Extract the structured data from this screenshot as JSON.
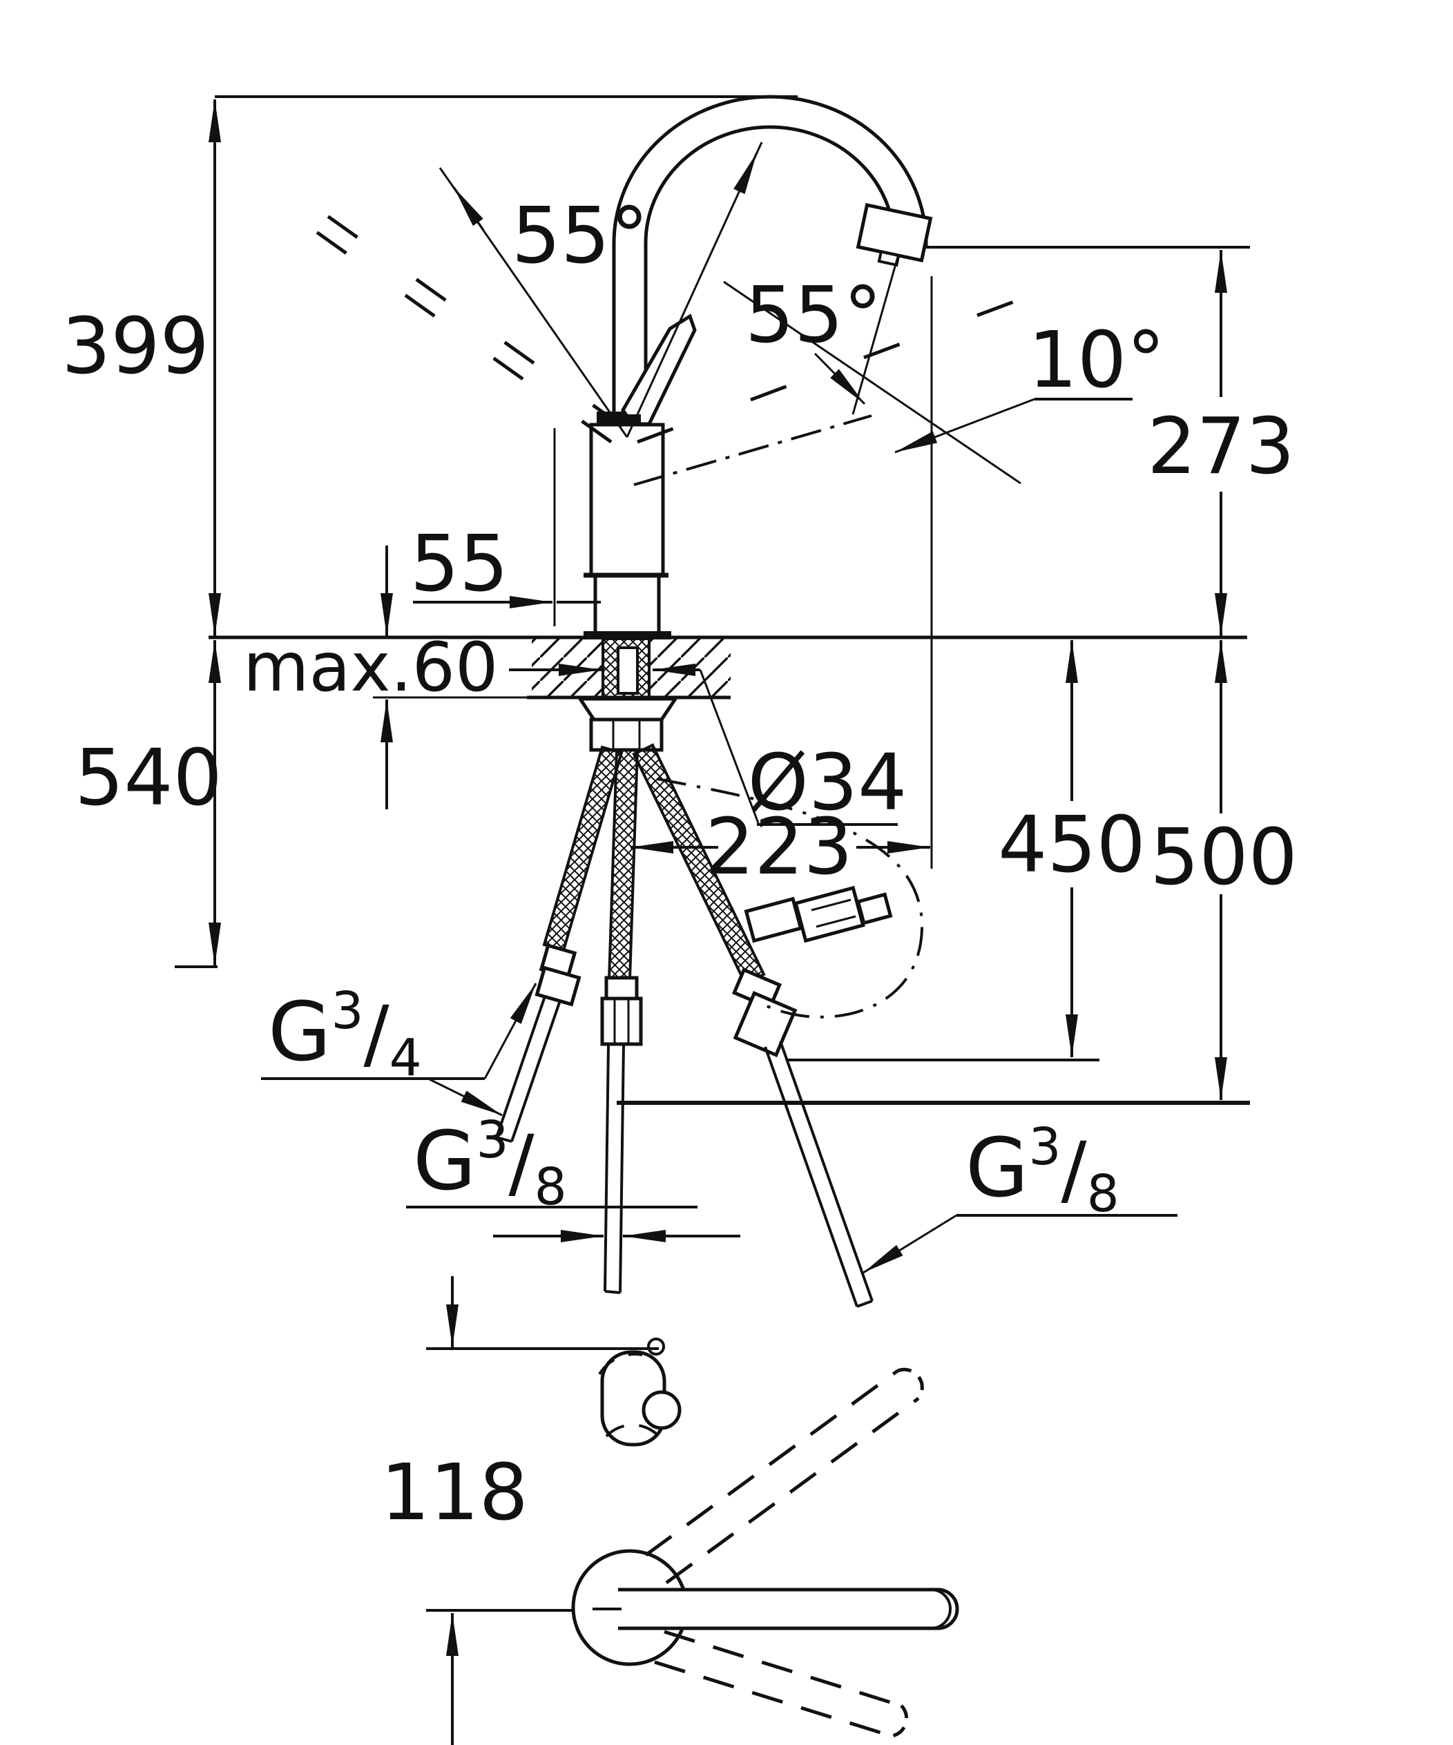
{
  "drawing": {
    "type": "technical-dimension-drawing",
    "subject": "single-lever kitchen sink mixer faucet - installation dimension drawing, side view with supply hoses and top view",
    "units": "mm",
    "colors": {
      "ink": "#111111",
      "background": "#ffffff"
    },
    "labels": {
      "height_to_counter": "399",
      "spout_outlet_height": "273",
      "spout_reach": "223",
      "swivel_angle_left": "55°",
      "swivel_angle_right": "55°",
      "outlet_angle": "10°",
      "body_offset": "55",
      "max_counter_thickness": "max.60",
      "hole_diameter": "Ø34",
      "hose_length_left": "540",
      "hose_length_mid": "450",
      "hose_length_right": "500",
      "top_view_offset": "118",
      "thread_supply": {
        "prefix": "G",
        "sup": "3",
        "slash": "/",
        "sub": "4"
      },
      "thread_cold": {
        "prefix": "G",
        "sup": "3",
        "slash": "/",
        "sub": "8"
      },
      "thread_spray": {
        "prefix": "G",
        "sup": "3",
        "slash": "/",
        "sub": "8"
      }
    }
  }
}
